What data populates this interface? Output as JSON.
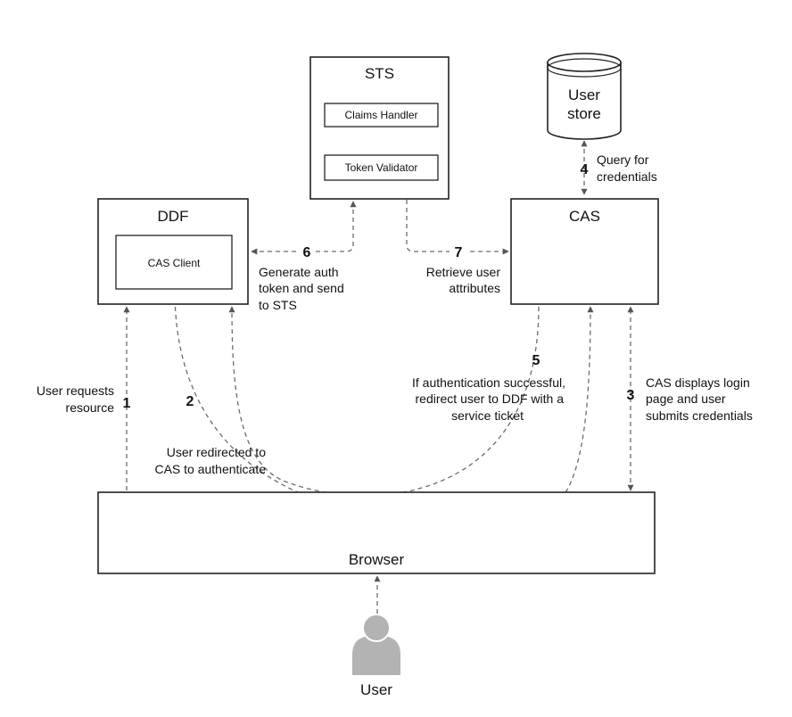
{
  "nodes": {
    "sts": {
      "title": "STS",
      "claims_handler": "Claims Handler",
      "token_validator": "Token Validator"
    },
    "ddf": {
      "title": "DDF",
      "cas_client": "CAS Client"
    },
    "cas": {
      "title": "CAS"
    },
    "user_store": {
      "line1": "User",
      "line2": "store"
    },
    "browser": {
      "title": "Browser"
    },
    "user": {
      "title": "User"
    }
  },
  "steps": [
    {
      "number": "1",
      "lines": [
        "User requests",
        "resource"
      ]
    },
    {
      "number": "2",
      "lines": [
        "User redirected to",
        "CAS to authenticate"
      ]
    },
    {
      "number": "3",
      "lines": [
        "CAS displays login",
        "page and user",
        "submits credentials"
      ]
    },
    {
      "number": "4",
      "lines": [
        "Query for",
        "credentials"
      ]
    },
    {
      "number": "5",
      "lines": [
        "If authentication successful,",
        "redirect user to DDF with a",
        "service ticket"
      ]
    },
    {
      "number": "6",
      "lines": [
        "Generate auth",
        "token and send",
        "to STS"
      ]
    },
    {
      "number": "7",
      "lines": [
        "Retrieve user",
        "attributes"
      ]
    }
  ],
  "colors": {
    "line": "#6b6b6b",
    "box_border": "#222222",
    "user_icon": "#b3b3b3"
  }
}
